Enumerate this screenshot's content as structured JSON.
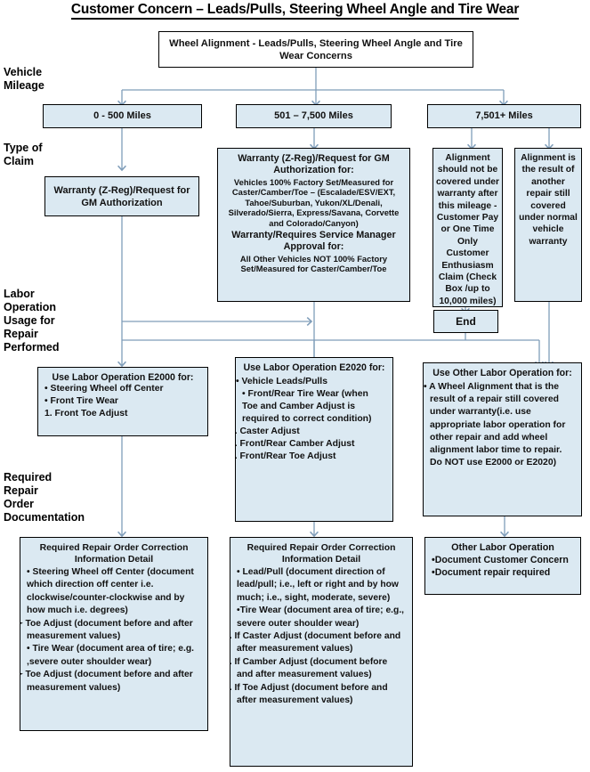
{
  "title": "Customer Concern – Leads/Pulls, Steering Wheel Angle and Tire Wear",
  "side_labels": {
    "vehicle_mileage": "Vehicle\nMileage",
    "type_of_claim": "Type of\nClaim",
    "labor_operation": "Labor\nOperation\nUsage for\nRepair\nPerformed",
    "required_repair": "Required\nRepair\nOrder\nDocumentation"
  },
  "start": {
    "text": "Wheel Alignment - Leads/Pulls, Steering Wheel Angle and Tire Wear Concerns"
  },
  "mileage": {
    "low": "0 - 500 Miles",
    "mid": "501 – 7,500 Miles",
    "high": "7,501+ Miles"
  },
  "claims": {
    "low": "Warranty (Z-Reg)/Request for GM  Authorization",
    "mid": {
      "bullet1_head": "Warranty (Z-Reg)/Request for GM Authorization for:",
      "bullet1_body": "Vehicles 100% Factory Set/Measured for Caster/Camber/Toe – (Escalade/ESV/EXT, Tahoe/Suburban, Yukon/XL/Denali, Silverado/Sierra, Express/Savana,  Corvette and Colorado/Canyon)",
      "bullet2_head": "Warranty/Requires Service Manager Approval for:",
      "bullet2_body": "All Other Vehicles NOT 100% Factory Set/Measured for Caster/Camber/Toe"
    },
    "high_a": "Alignment should not be covered under warranty after this mileage - Customer Pay or  One Time Only Customer Enthusiasm Claim (Check Box /up to 10,000 miles)",
    "high_b": "Alignment is the result of another repair still covered under normal vehicle warranty",
    "end": "End"
  },
  "labor": {
    "e2000": {
      "head": "Use Labor Operation E2000 for:",
      "items": [
        "• Steering Wheel off Center",
        "• Front Tire Wear",
        "1.    Front Toe Adjust"
      ]
    },
    "e2020": {
      "head": "Use Labor Operation E2020 for:",
      "items": [
        "• Vehicle Leads/Pulls",
        "• Front/Rear Tire Wear (when Toe and Camber Adjust is required to correct condition)",
        "1.    Caster Adjust",
        "2.    Front/Rear Camber Adjust",
        "3.    Front/Rear Toe Adjust"
      ]
    },
    "other": {
      "head": "Use Other Labor Operation for:",
      "items": [
        "• A Wheel Alignment that is the result of a repair still covered under warranty(i.e. use appropriate labor operation for other repair and add wheel alignment labor time to repair. Do NOT use E2000 or E2020)"
      ]
    }
  },
  "documentation": {
    "left": {
      "head": "Required Repair Order Correction Information Detail",
      "items": [
        "•   Steering Wheel off Center (document which direction off center i.e. clockwise/counter-clockwise and by how much i.e. degrees)",
        "➢    Toe Adjust (document before and after measurement values)",
        "• Tire Wear (document area of tire; e.g. ,severe outer shoulder wear)",
        "➢    Toe Adjust (document before and after measurement values)"
      ]
    },
    "mid": {
      "head": "Required Repair Order Correction Information Detail",
      "items": [
        "• Lead/Pull (document direction of lead/pull; i.e., left or right and by how much; i.e., sight, moderate, severe)",
        "•Tire Wear (document area of tire; e.g., severe outer shoulder wear)",
        "1.     If Caster Adjust (document before and after measurement values)",
        "2.     If Camber Adjust (document before and after measurement values)",
        "3.     If Toe Adjust (document before and after measurement values)"
      ]
    },
    "right": {
      "head": "Other Labor Operation",
      "items": [
        "•Document Customer Concern",
        "•Document repair required"
      ]
    }
  },
  "colors": {
    "node_fill": "#dbe9f2",
    "node_border": "#000000",
    "connector": "#7f9db9",
    "title_color": "#000000"
  }
}
